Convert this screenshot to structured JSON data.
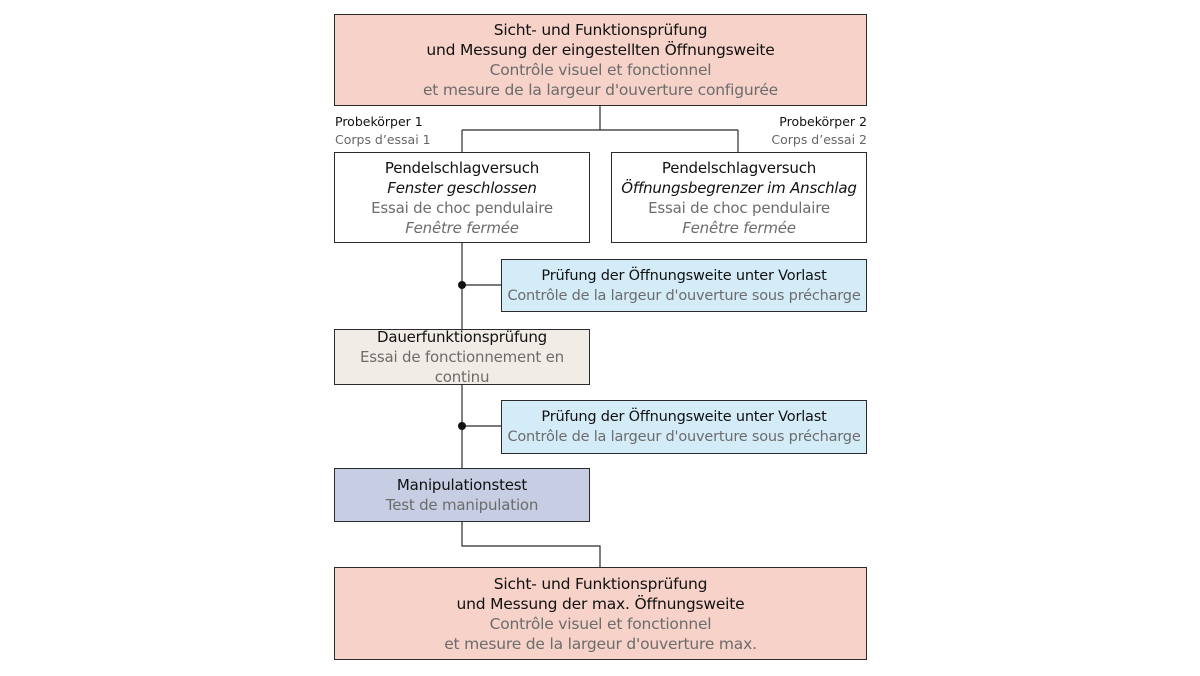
{
  "top_box": {
    "de_line1": "Sicht- und Funktionsprüfung",
    "de_line2": "und Messung der eingestellten Öffnungsweite",
    "fr_line1": "Contrôle visuel et fonctionnel",
    "fr_line2": "et mesure de la largeur d'ouverture configurée"
  },
  "specimen_1": {
    "de": "Probekörper 1",
    "fr": "Corps d’essai 1"
  },
  "specimen_2": {
    "de": "Probekörper 2",
    "fr": "Corps d’essai 2"
  },
  "pendulum_1": {
    "de": "Pendelschlagversuch",
    "de_italic": "Fenster geschlossen",
    "fr": "Essai de choc pendulaire",
    "fr_italic": "Fenêtre fermée"
  },
  "pendulum_2": {
    "de": "Pendelschlagversuch",
    "de_italic": "Öffnungsbegrenzer im Anschlag",
    "fr": "Essai de choc pendulaire",
    "fr_italic": "Fenêtre fermée"
  },
  "preload_check_1": {
    "de": "Prüfung der Öffnungsweite unter Vorlast",
    "fr": "Contrôle de la largeur d'ouverture sous précharge"
  },
  "endurance_test": {
    "de": "Dauerfunktionsprüfung",
    "fr": "Essai de fonctionnement en continu"
  },
  "preload_check_2": {
    "de": "Prüfung der Öffnungsweite unter Vorlast",
    "fr": "Contrôle de la largeur d'ouverture sous précharge"
  },
  "manipulation_test": {
    "de": "Manipulationstest",
    "fr": "Test de manipulation"
  },
  "bottom_box": {
    "de_line1": "Sicht- und Funktionsprüfung",
    "de_line2": "und Messung der max. Öffnungsweite",
    "fr_line1": "Contrôle visuel et fonctionnel",
    "fr_line2": "et mesure de la largeur d'ouverture max."
  },
  "colors": {
    "pink": "#f6d2c8",
    "blue": "#d4ecf8",
    "beige": "#f1ede6",
    "lavender": "#c7cde2",
    "line": "#2b2b2b"
  }
}
